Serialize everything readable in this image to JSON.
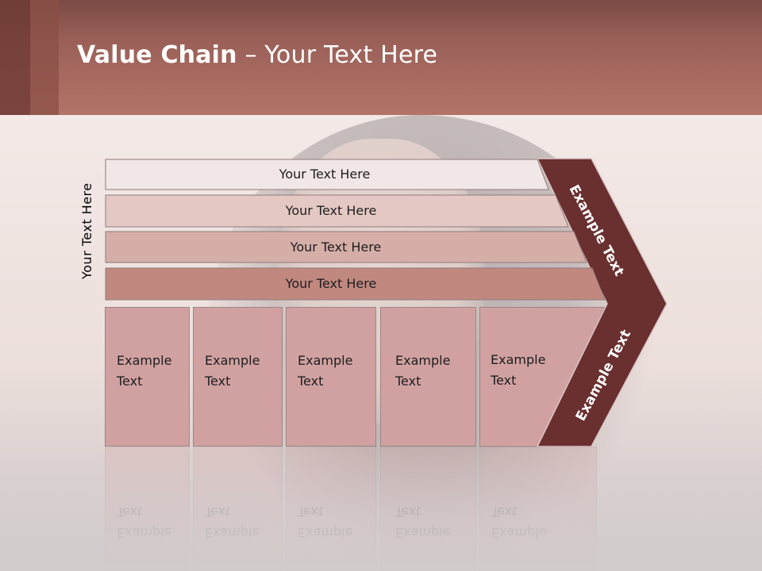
{
  "title": {
    "bold": "Value Chain",
    "rest": " – Your Text Here"
  },
  "side_label": "Your Text Here",
  "bars": [
    {
      "label": "Your Text Here",
      "color": "#f1e7e6"
    },
    {
      "label": "Your Text Here",
      "color": "#e4c8c4"
    },
    {
      "label": "Your Text Here",
      "color": "#d6aea8"
    },
    {
      "label": "Your Text Here",
      "color": "#c18880"
    }
  ],
  "boxes": [
    {
      "line1": "Example",
      "line2": "Text"
    },
    {
      "line1": "Example",
      "line2": "Text"
    },
    {
      "line1": "Example",
      "line2": "Text"
    },
    {
      "line1": "Example",
      "line2": "Text"
    },
    {
      "line1": "Example",
      "line2": "Text"
    }
  ],
  "chevron": {
    "upper_label": "Example Text",
    "lower_label": "Example Text",
    "color": "#6a2f2f"
  },
  "colors": {
    "header": "#a86c62",
    "box": "#d1a1a1"
  }
}
